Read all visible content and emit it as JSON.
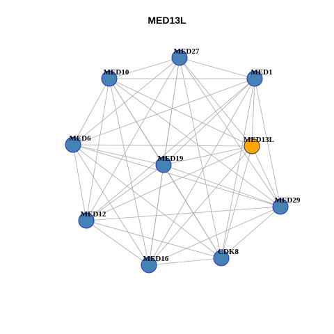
{
  "title": "MED13L",
  "colors": {
    "node_fill": "#4682B4",
    "node_stroke": "#1C2FD6",
    "highlight_fill": "#FFA500",
    "highlight_stroke": "#333333",
    "edge": "#A8A8A8"
  },
  "highlight_node": "MED13L",
  "nodes": [
    {
      "id": "MED27"
    },
    {
      "id": "MED10"
    },
    {
      "id": "MED1"
    },
    {
      "id": "MED6"
    },
    {
      "id": "MED13L"
    },
    {
      "id": "MED19"
    },
    {
      "id": "MED29"
    },
    {
      "id": "MED12"
    },
    {
      "id": "MED16"
    },
    {
      "id": "CDK8"
    }
  ],
  "edges": [
    [
      "MED27",
      "MED10"
    ],
    [
      "MED27",
      "MED1"
    ],
    [
      "MED27",
      "MED6"
    ],
    [
      "MED27",
      "MED19"
    ],
    [
      "MED27",
      "MED29"
    ],
    [
      "MED27",
      "MED12"
    ],
    [
      "MED27",
      "MED16"
    ],
    [
      "MED27",
      "CDK8"
    ],
    [
      "MED27",
      "MED13L"
    ],
    [
      "MED10",
      "MED1"
    ],
    [
      "MED10",
      "MED6"
    ],
    [
      "MED10",
      "MED19"
    ],
    [
      "MED10",
      "MED29"
    ],
    [
      "MED10",
      "MED12"
    ],
    [
      "MED10",
      "MED16"
    ],
    [
      "MED10",
      "CDK8"
    ],
    [
      "MED10",
      "MED13L"
    ],
    [
      "MED1",
      "MED6"
    ],
    [
      "MED1",
      "MED19"
    ],
    [
      "MED1",
      "MED29"
    ],
    [
      "MED1",
      "MED12"
    ],
    [
      "MED1",
      "MED16"
    ],
    [
      "MED1",
      "CDK8"
    ],
    [
      "MED1",
      "MED13L"
    ],
    [
      "MED6",
      "MED13L"
    ],
    [
      "MED6",
      "MED19"
    ],
    [
      "MED6",
      "MED29"
    ],
    [
      "MED6",
      "MED12"
    ],
    [
      "MED6",
      "MED16"
    ],
    [
      "MED6",
      "CDK8"
    ],
    [
      "MED13L",
      "MED19"
    ],
    [
      "MED13L",
      "MED29"
    ],
    [
      "MED13L",
      "MED12"
    ],
    [
      "MED13L",
      "MED16"
    ],
    [
      "MED13L",
      "CDK8"
    ],
    [
      "MED19",
      "MED29"
    ],
    [
      "MED19",
      "MED12"
    ],
    [
      "MED19",
      "MED16"
    ],
    [
      "MED19",
      "CDK8"
    ],
    [
      "MED29",
      "MED12"
    ],
    [
      "MED29",
      "MED16"
    ],
    [
      "MED29",
      "CDK8"
    ],
    [
      "MED12",
      "MED16"
    ],
    [
      "MED12",
      "CDK8"
    ],
    [
      "MED16",
      "CDK8"
    ]
  ]
}
